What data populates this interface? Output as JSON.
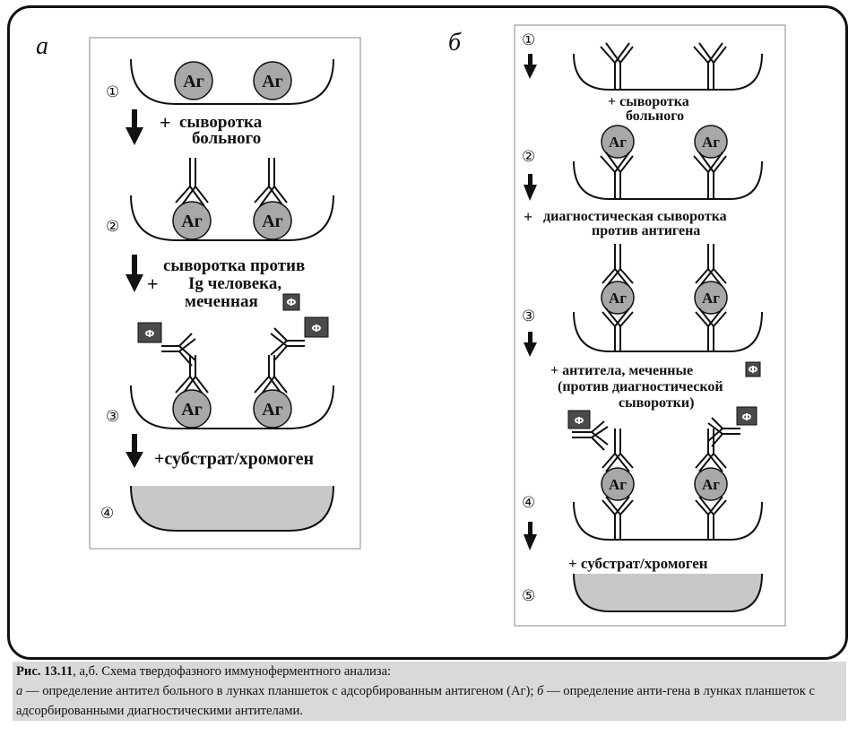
{
  "panel_a": {
    "letter": "а",
    "steps": [
      "①",
      "②",
      "③",
      "④"
    ],
    "antigen": "Аг",
    "enzyme": "Ф",
    "step1_plus": "+",
    "step1_line1": "сыворотка",
    "step1_line2": "больного",
    "step2_plus": "+",
    "step2_line1": "сыворотка против",
    "step2_line2": "Ig человека,",
    "step2_line3": "меченная",
    "step3_label": "+субстрат/хромоген"
  },
  "panel_b": {
    "letter": "б",
    "steps": [
      "①",
      "②",
      "③",
      "④",
      "⑤"
    ],
    "antigen": "Аг",
    "enzyme": "Ф",
    "step1_line1": "+ сыворотка",
    "step1_line2": "больного",
    "step2_plus": "+",
    "step2_line1": "диагностическая сыворотка",
    "step2_line2": "против антигена",
    "step3_line1": "+ антитела, меченные",
    "step3_line2": "(против диагностической",
    "step3_line3": "сыворотки)",
    "step4_label": "+ субстрат/хромоген"
  },
  "caption": {
    "fig_label": "Рис. 13.11",
    "fig_title": ", а,б. Схема твердофазного иммуноферментного анализа:",
    "a_letter": "а",
    "a_text": " — определение антител больного в лунках планшеток с адсорбированным антигеном (Аг); ",
    "b_letter": "б",
    "b_text": " — определение анти-гена в лунках планшеток с адсорбированными диагностическими антителами."
  },
  "colors": {
    "antigen_fill": "#a8a8a8",
    "substrate_fill": "#c8c8c8",
    "enzyme_fill": "#4a4a4a",
    "line": "#111111"
  }
}
